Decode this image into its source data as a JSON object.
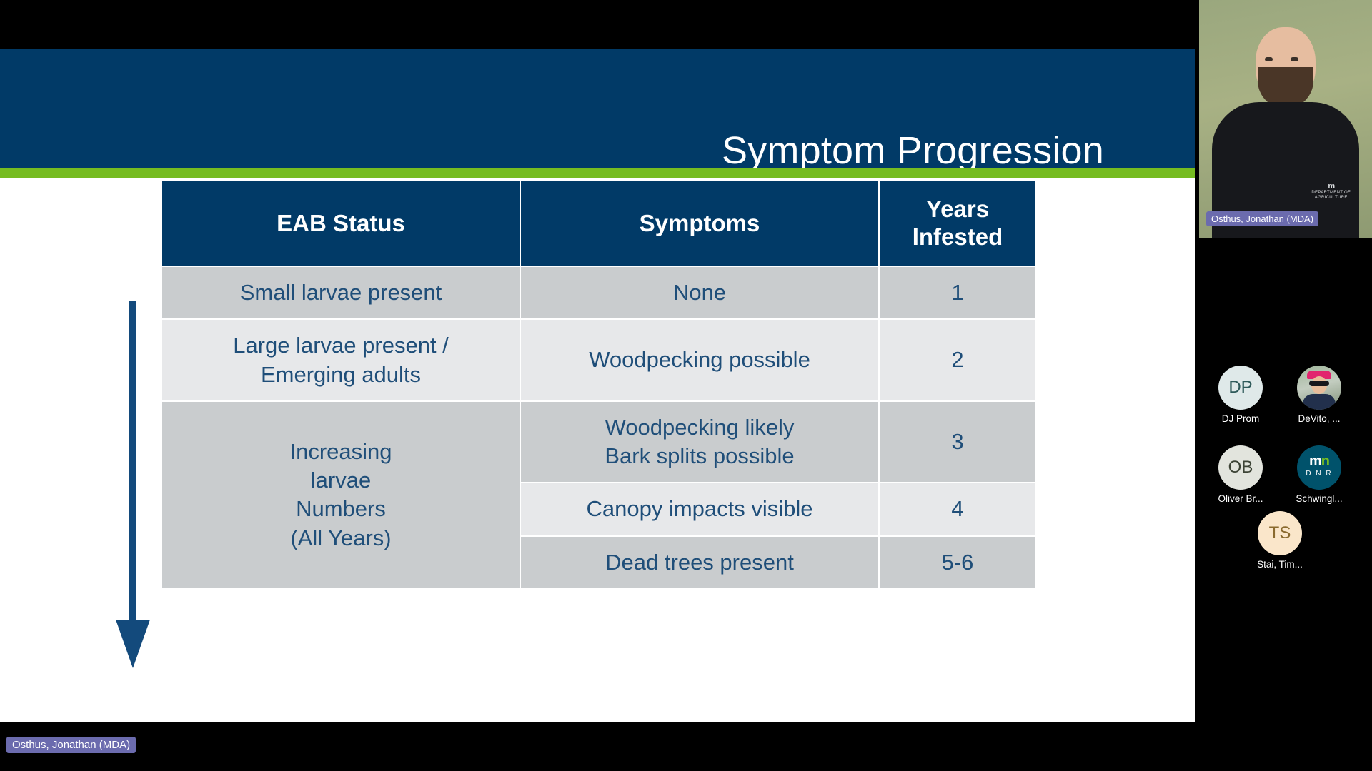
{
  "slide": {
    "title": "Symptom Progression",
    "accent_banner_color": "#013a67",
    "accent_green_color": "#76bc21",
    "text_color": "#1f4e79",
    "arrow_label": "increasing-infestation-arrow"
  },
  "table": {
    "headers": [
      "EAB Status",
      "Symptoms",
      "Years Infested"
    ],
    "rows": [
      {
        "status": "Small larvae present",
        "symptoms": "None",
        "years": "1"
      },
      {
        "status": "Large larvae present / Emerging adults",
        "symptoms": "Woodpecking possible",
        "years": "2"
      },
      {
        "status": "Increasing larvae Numbers (All Years)",
        "symptoms": "Woodpecking likely Bark splits possible",
        "years": "3"
      },
      {
        "status": "",
        "symptoms": "Canopy impacts visible",
        "years": "4"
      },
      {
        "status": "",
        "symptoms": "Dead trees present",
        "years": "5-6"
      }
    ],
    "grouped_status_lines": [
      "Increasing",
      "larvae",
      "Numbers",
      "(All Years)"
    ],
    "row2_status_lines": [
      "Large larvae present /",
      "Emerging adults"
    ],
    "row3_symptom_lines": [
      "Woodpecking likely",
      "Bark splits possible"
    ]
  },
  "meeting": {
    "presenter": {
      "name": "Osthus, Jonathan (MDA)",
      "org_logo_mark": "m",
      "org_logo_line1": "DEPARTMENT OF",
      "org_logo_line2": "AGRICULTURE"
    },
    "active_speaker_label": "Osthus, Jonathan (MDA)",
    "participants": [
      {
        "initials": "DP",
        "name": "DJ Prom",
        "avatar_type": "initials"
      },
      {
        "initials": "",
        "name": "DeVito, ...",
        "avatar_type": "photo"
      },
      {
        "initials": "OB",
        "name": "Oliver Br...",
        "avatar_type": "initials"
      },
      {
        "initials": "",
        "name": "Schwingl...",
        "avatar_type": "logo",
        "logo_text_top": "mn",
        "logo_text_bottom": "D N R"
      },
      {
        "initials": "TS",
        "name": "Stai, Tim...",
        "avatar_type": "initials"
      }
    ]
  }
}
